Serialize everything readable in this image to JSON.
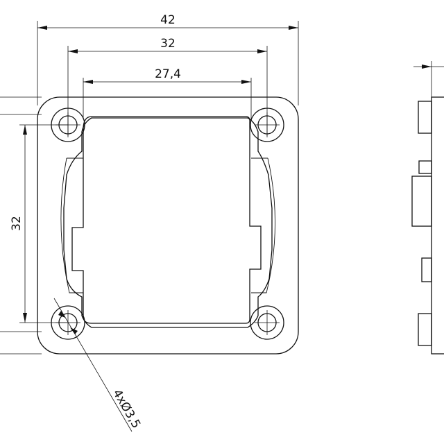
{
  "dimensions": {
    "outer_width": "42",
    "hole_spacing_horizontal": "32",
    "opening_width": "27,4",
    "hole_spacing_vertical": "32",
    "hole_callout": "4xØ3,5"
  }
}
